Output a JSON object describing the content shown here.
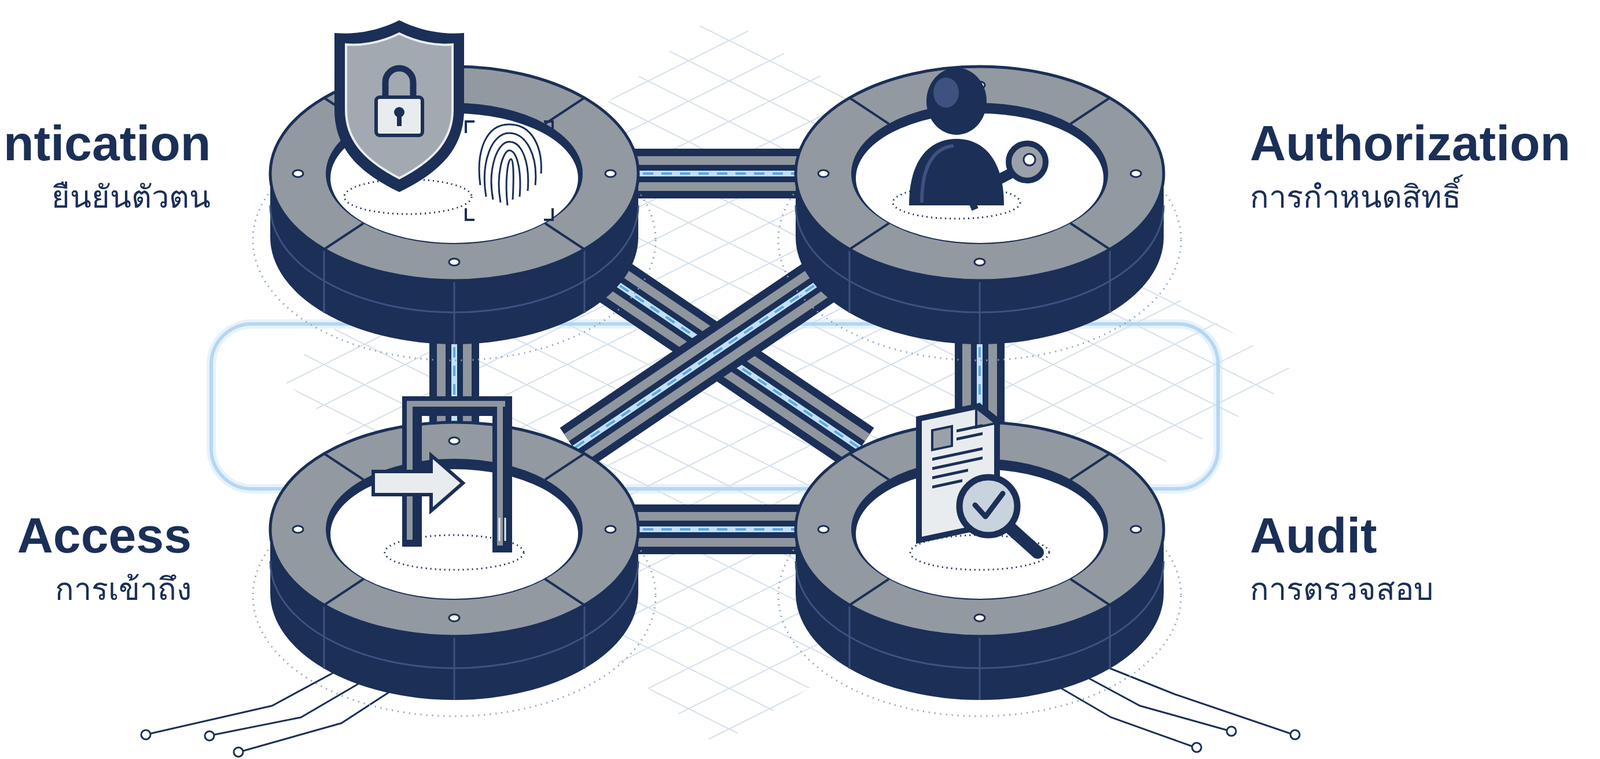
{
  "diagram": {
    "nodes": [
      {
        "text": [
          "ntication",
          "ยืนยันตัวตน"
        ]
      },
      {
        "text": [
          "Authorization",
          "การกำหนดสิทธิ์"
        ]
      },
      {
        "text": [
          "Access",
          "การเข้าถึง"
        ]
      },
      {
        "text": [
          "Audit",
          "การตรวจสอบ"
        ]
      }
    ],
    "edges": [
      {
        "from": 0,
        "to": 1,
        "arrow": "none"
      },
      {
        "from": 0,
        "to": 2,
        "arrow": "none"
      },
      {
        "from": 1,
        "to": 3,
        "arrow": "none"
      },
      {
        "from": 2,
        "to": 3,
        "arrow": "none"
      },
      {
        "from": 0,
        "to": 3,
        "arrow": "none"
      },
      {
        "from": 1,
        "to": 2,
        "arrow": "none"
      }
    ]
  }
}
